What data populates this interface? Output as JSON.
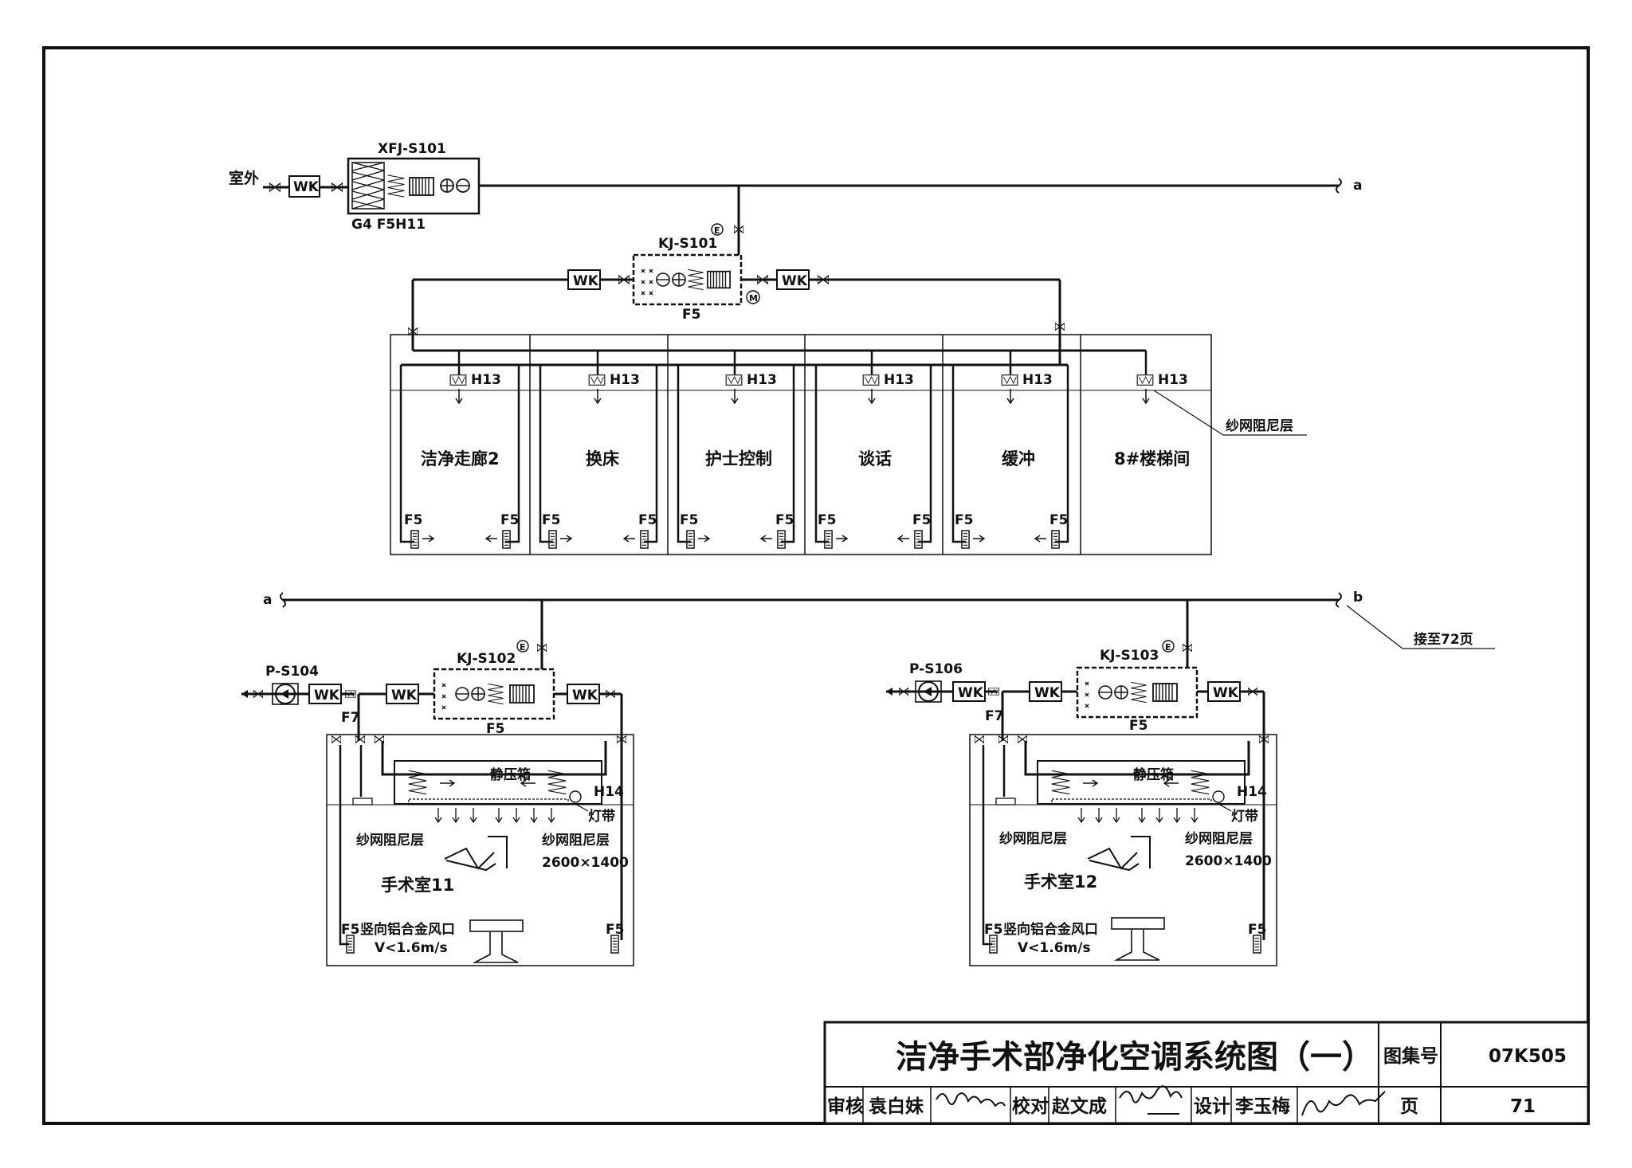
{
  "labels": {
    "outdoor": "室外",
    "fresh_unit": "XFJ-S101",
    "fresh_filters": "G4 F5H11",
    "ahu_top": "KJ-S101",
    "ahu_top_filter": "F5",
    "link_a": "a",
    "link_b": "b",
    "continue_note": "接至72页",
    "damping_layer": "纱网阻尼层",
    "wk": "WK",
    "h13": "H13",
    "h14": "H14",
    "f5": "F5",
    "f7": "F7",
    "e_mark": "E",
    "m_mark": "M",
    "static_box": "静压箱",
    "light_strip": "灯带",
    "diffuser_size": "2600×1400",
    "vertical_grille": "竖向铝合金风口",
    "velocity": "V<1.6m/s"
  },
  "rooms_top": [
    "洁净走廊2",
    "换床",
    "护士控制",
    "谈话",
    "缓冲",
    "8#楼梯间"
  ],
  "or_left": {
    "fan": "P-S104",
    "ahu": "KJ-S102",
    "room": "手术室11"
  },
  "or_right": {
    "fan": "P-S106",
    "ahu": "KJ-S103",
    "room": "手术室12"
  },
  "title_block": {
    "title": "洁净手术部净化空调系统图（一）",
    "atlas_label": "图集号",
    "atlas_no": "07K505",
    "review_label": "审核",
    "reviewer": "袁白妹",
    "check_label": "校对",
    "checker": "赵文成",
    "design_label": "设计",
    "designer": "李玉梅",
    "page_label": "页",
    "page_no": "71"
  }
}
